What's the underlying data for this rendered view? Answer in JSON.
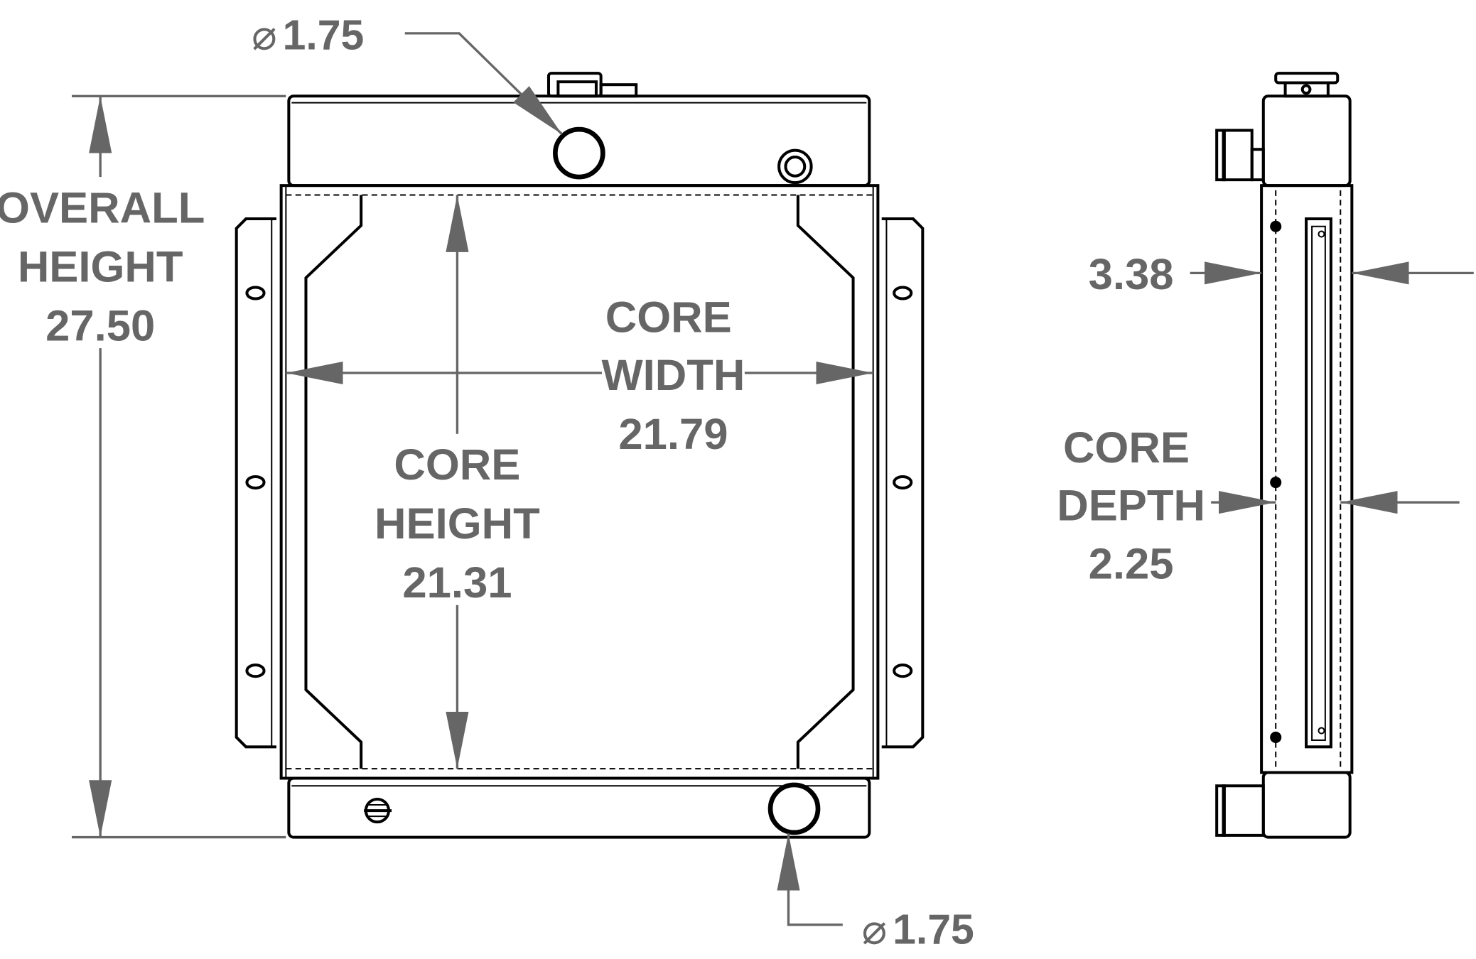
{
  "overall_height": {
    "line1": "OVERALL",
    "line2": "HEIGHT",
    "value": "27.50"
  },
  "core_height": {
    "line1": "CORE",
    "line2": "HEIGHT",
    "value": "21.31"
  },
  "core_width": {
    "line1": "CORE",
    "line2": "WIDTH",
    "value": "21.79"
  },
  "overall_depth": {
    "value": "3.38"
  },
  "core_depth": {
    "line1": "CORE",
    "line2": "DEPTH",
    "value": "2.25"
  },
  "inlet": {
    "symbol": "⌀",
    "value": "1.75"
  },
  "outlet": {
    "symbol": "⌀",
    "value": "1.75"
  },
  "colors": {
    "dimension": "#666666",
    "outline": "#000000"
  }
}
